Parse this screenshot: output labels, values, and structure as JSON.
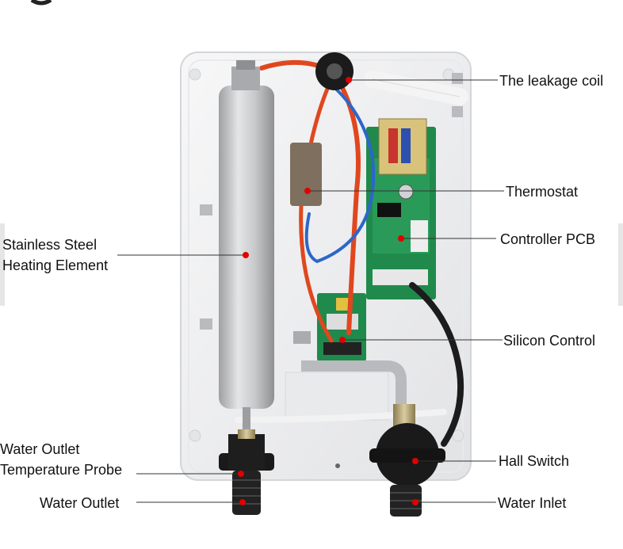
{
  "labels": {
    "leakage_coil": "The leakage coil",
    "thermostat": "Thermostat",
    "controller_pcb": "Controller PCB",
    "heating_element": "Stainless Steel\nHeating Element",
    "silicon_control": "Silicon Control",
    "outlet_temp_probe": "Water Outlet\nTemperature Probe",
    "hall_switch": "Hall Switch",
    "water_outlet": "Water Outlet",
    "water_inlet": "Water Inlet"
  },
  "colors": {
    "casing": "#f2f3f4",
    "element": "#c9cacb",
    "pcb": "#1f8a4c",
    "wire_red": "#e0471e",
    "wire_blue": "#2c66c9",
    "wire_black": "#1c1c1c",
    "marker": "#e00000"
  }
}
